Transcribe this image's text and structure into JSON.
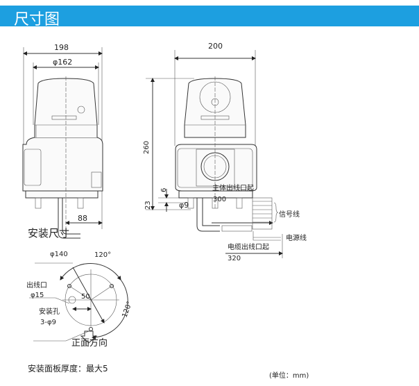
{
  "header": {
    "title": "尺寸图",
    "color": "#1d9fe0"
  },
  "side_view": {
    "width": "198",
    "dome_diameter": "φ162",
    "cable_offset": "88"
  },
  "front_view": {
    "width": "200",
    "height": "260",
    "dim_6": "6",
    "dim_23": "23",
    "cable_diameter": "φ9",
    "main_body_label": "主体出线口起",
    "main_body_length": "300",
    "signal_wire": "信号线",
    "power_wire": "电源线",
    "cable_exit_label": "电缆出线口起",
    "cable_exit_length": "320"
  },
  "mounting": {
    "title": "安装尺寸",
    "pcd": "φ140",
    "angle_top": "120°",
    "angle_side": "120°",
    "outlet_label": "出线口",
    "outlet_diameter": "φ15",
    "offset": "50",
    "hole_label": "安装孔",
    "hole_spec": "3-φ9",
    "front_direction": "正面方向"
  },
  "footer": {
    "panel_thickness": "安装面板厚度：最大5",
    "unit": "(单位：mm)"
  }
}
